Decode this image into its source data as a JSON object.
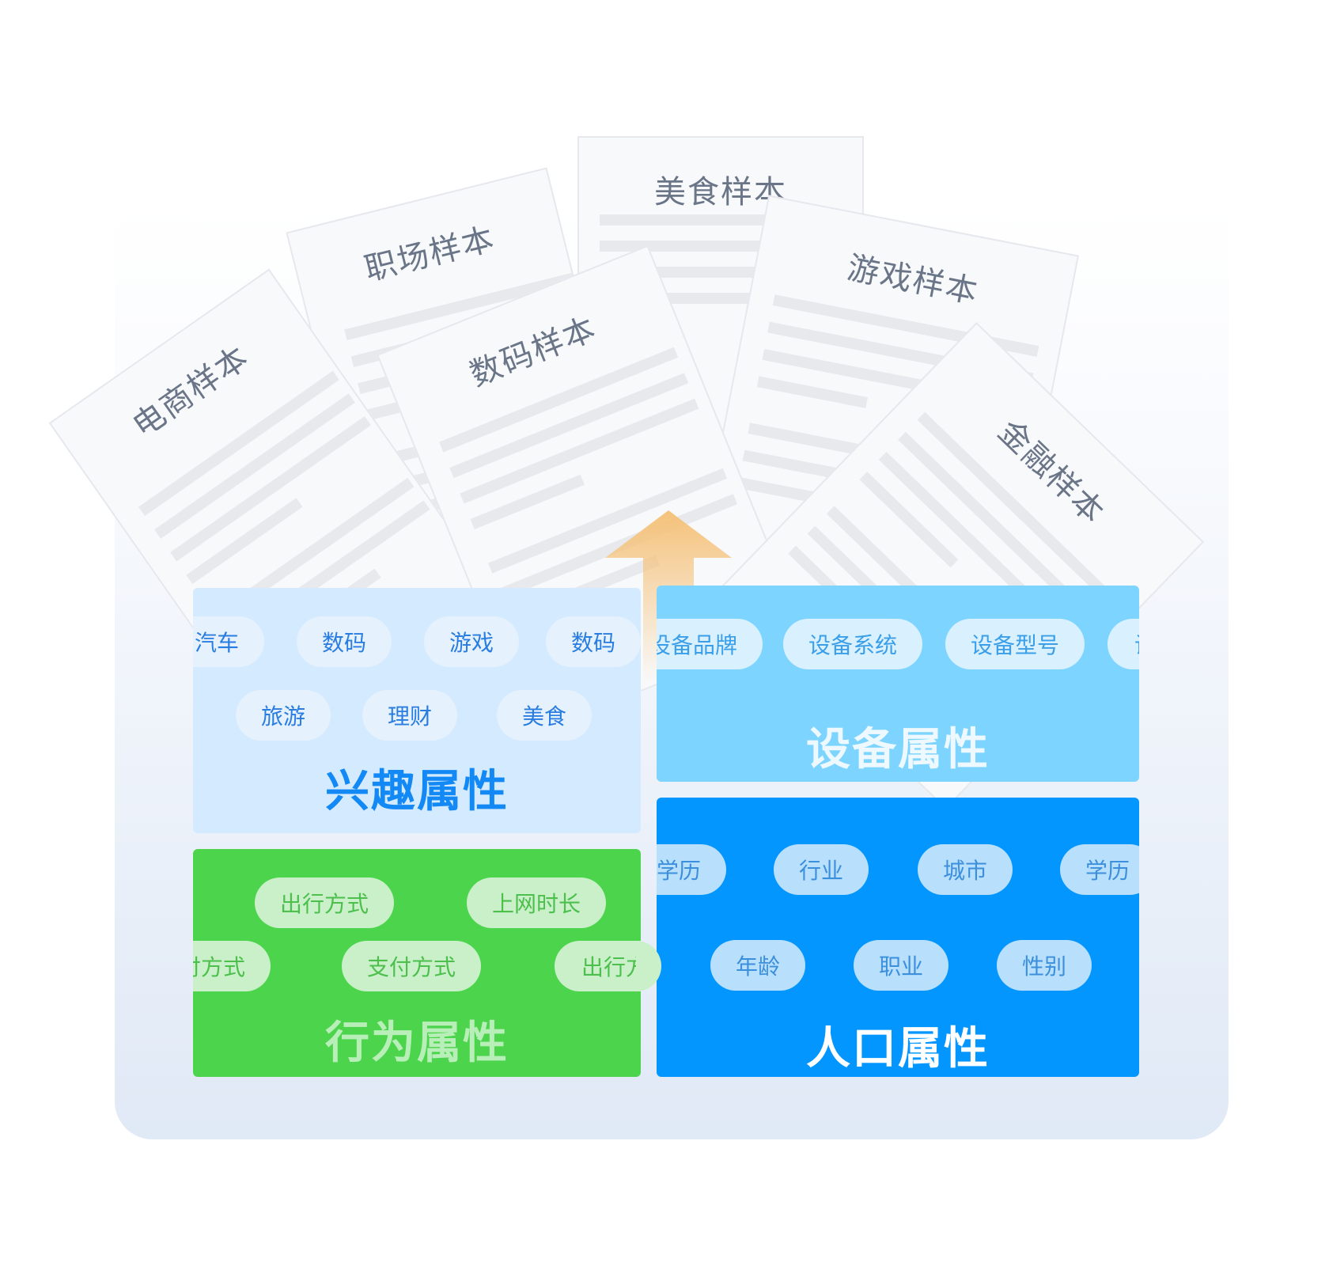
{
  "samples": {
    "ecommerce": "电商样本",
    "career": "职场样本",
    "food": "美食样本",
    "digital": "数码样本",
    "game": "游戏样本",
    "finance": "金融样本"
  },
  "panels": {
    "interest": {
      "title": "兴趣属性",
      "row1": [
        "汽车",
        "数码",
        "游戏",
        "数码"
      ],
      "row2": [
        "旅游",
        "理财",
        "美食"
      ]
    },
    "device": {
      "title": "设备属性",
      "row1": [
        "设备品牌",
        "设备系统",
        "设备型号",
        "设"
      ]
    },
    "behavior": {
      "title": "行为属性",
      "row1": [
        "出行方式",
        "上网时长"
      ],
      "row2": [
        "付方式",
        "支付方式",
        "出行方"
      ]
    },
    "demographic": {
      "title": "人口属性",
      "row1": [
        "学历",
        "行业",
        "城市",
        "学历"
      ],
      "row2": [
        "年龄",
        "职业",
        "性别"
      ]
    }
  },
  "colors": {
    "interest_bg": "#d3eaff",
    "device_bg": "#7dd4ff",
    "behavior_bg": "#4cd44c",
    "demographic_bg": "#0396ff",
    "arrow": "#f5c27a"
  }
}
